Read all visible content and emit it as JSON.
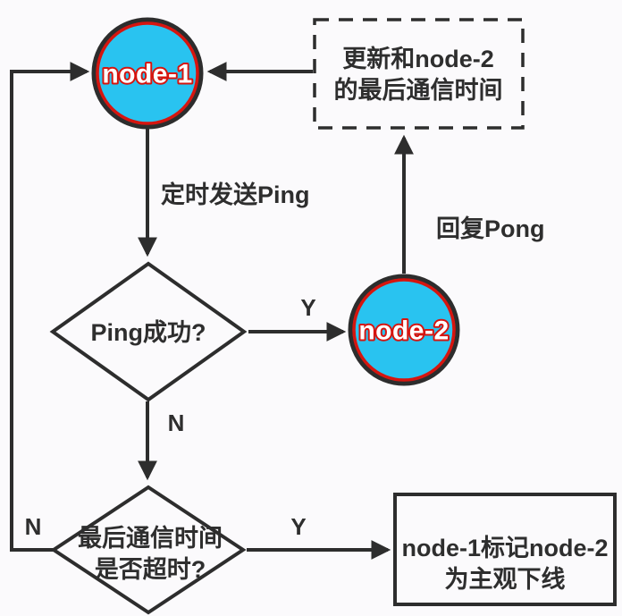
{
  "title": "node heartbeat ping-pong flowchart",
  "colors": {
    "background": "#fbfafc",
    "line": "#2d2d2d",
    "text": "#2e2e2e",
    "node_fill": "#29c3f0",
    "node_ring": "#d6150f",
    "node_text": "#ffffff"
  },
  "nodes": {
    "node1": {
      "label": "node-1"
    },
    "node2": {
      "label": "node-2"
    },
    "update_box": {
      "line1": "更新和node-2",
      "line2": "的最后通信时间"
    },
    "ping_decision": {
      "label": "Ping成功?"
    },
    "timeout_decision": {
      "line1": "最后通信时间",
      "line2": "是否超时?"
    },
    "offline_box": {
      "line1": "node-1标记node-2",
      "line2": "为主观下线"
    }
  },
  "edges": {
    "send_ping": {
      "label": "定时发送Ping"
    },
    "reply_pong": {
      "label": "回复Pong"
    },
    "ping_yes": {
      "label": "Y"
    },
    "ping_no": {
      "label": "N"
    },
    "timeout_yes": {
      "label": "Y"
    },
    "timeout_no": {
      "label": "N"
    }
  },
  "icons": {
    "arrowhead": "solid-triangle"
  }
}
